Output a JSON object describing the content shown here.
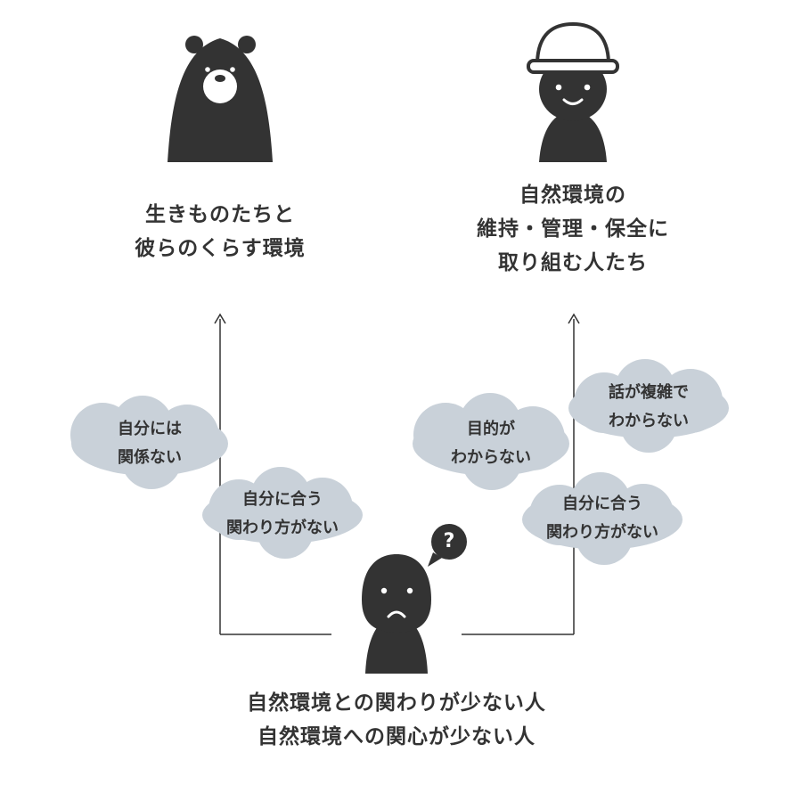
{
  "colors": {
    "figure": "#333333",
    "cloud": "#c9d1d9",
    "line": "#333333",
    "background": "#ffffff"
  },
  "figures": {
    "bear": {
      "icon": "bear-icon"
    },
    "worker": {
      "icon": "worker-with-helmet-icon"
    },
    "person": {
      "icon": "confused-person-icon",
      "bubble_text": "?"
    }
  },
  "targets": {
    "left": {
      "lines": [
        "生きものたちと",
        "彼らのくらす環境"
      ]
    },
    "right": {
      "lines": [
        "自然環境の",
        "維持・管理・保全に",
        "取り組む人たち"
      ]
    }
  },
  "barriers": {
    "left": [
      {
        "lines": [
          "自分には",
          "関係ない"
        ]
      },
      {
        "lines": [
          "自分に合う",
          "関わり方がない"
        ]
      }
    ],
    "right": [
      {
        "lines": [
          "話が複雑で",
          "わからない"
        ]
      },
      {
        "lines": [
          "目的が",
          "わからない"
        ]
      },
      {
        "lines": [
          "自分に合う",
          "関わり方がない"
        ]
      }
    ]
  },
  "subject": {
    "lines": [
      "自然環境との関わりが少ない人",
      "自然環境への関心が少ない人"
    ]
  }
}
